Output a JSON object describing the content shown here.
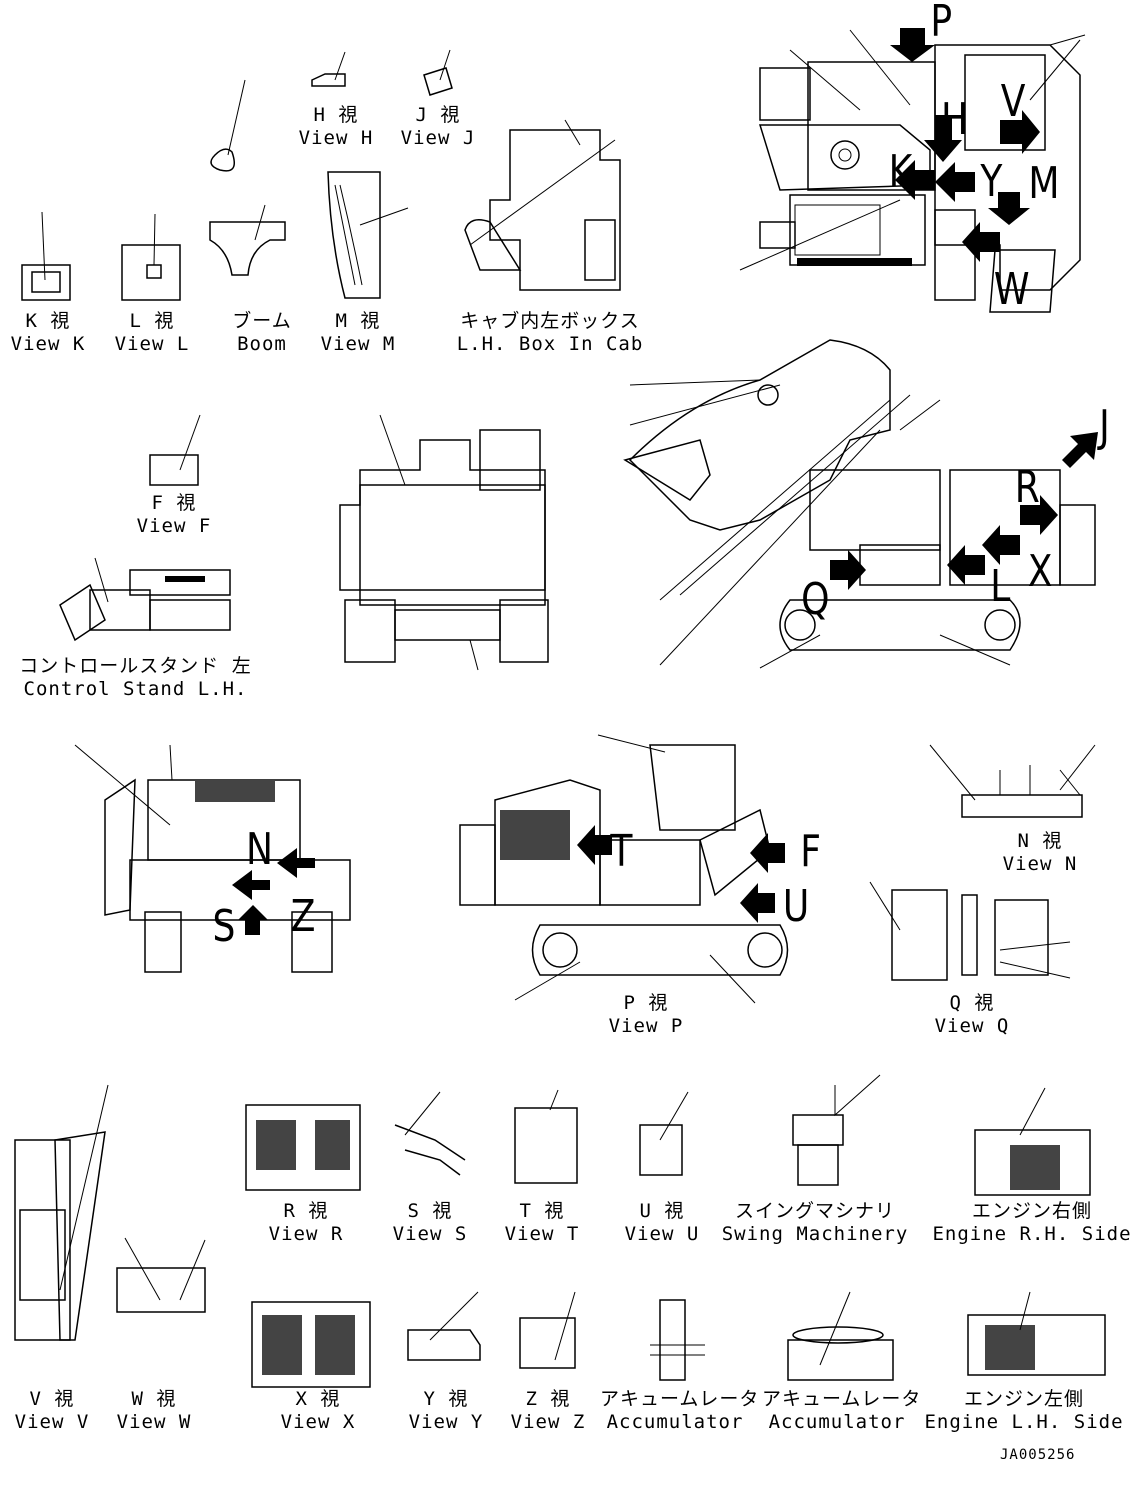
{
  "drawing_code": "JA005256",
  "views": {
    "h": {
      "jp": "H 視",
      "en": "View H"
    },
    "j": {
      "jp": "J 視",
      "en": "View J"
    },
    "k": {
      "jp": "K 視",
      "en": "View K"
    },
    "l": {
      "jp": "L 視",
      "en": "View L"
    },
    "boom": {
      "jp": "ブーム",
      "en": "Boom"
    },
    "m": {
      "jp": "M 視",
      "en": "View M"
    },
    "cab_box": {
      "jp": "キャブ内左ボックス",
      "en": "L.H. Box In Cab"
    },
    "f": {
      "jp": "F 視",
      "en": "View F"
    },
    "control_stand": {
      "jp": "コントロールスタンド 左",
      "en": "Control Stand L.H."
    },
    "n": {
      "jp": "N 視",
      "en": "View N"
    },
    "p": {
      "jp": "P 視",
      "en": "View P"
    },
    "q": {
      "jp": "Q 視",
      "en": "View Q"
    },
    "r": {
      "jp": "R 視",
      "en": "View R"
    },
    "s": {
      "jp": "S 視",
      "en": "View S"
    },
    "t": {
      "jp": "T 視",
      "en": "View T"
    },
    "u": {
      "jp": "U 視",
      "en": "View U"
    },
    "swing": {
      "jp": "スイングマシナリ",
      "en": "Swing Machinery"
    },
    "engine_rh": {
      "jp": "エンジン右側",
      "en": "Engine R.H. Side"
    },
    "v": {
      "jp": "V 視",
      "en": "View V"
    },
    "w": {
      "jp": "W 視",
      "en": "View W"
    },
    "x": {
      "jp": "X 視",
      "en": "View X"
    },
    "y": {
      "jp": "Y 視",
      "en": "View Y"
    },
    "z": {
      "jp": "Z 視",
      "en": "View Z"
    },
    "accumulator_1": {
      "jp": "アキュームレータ",
      "en": "Accumulator"
    },
    "accumulator_2": {
      "jp": "アキュームレータ",
      "en": "Accumulator"
    },
    "engine_lh": {
      "jp": "エンジン左側",
      "en": "Engine L.H. Side"
    }
  },
  "view_letters": {
    "top": [
      "P",
      "H",
      "V",
      "K",
      "Y",
      "M",
      "W"
    ],
    "side": [
      "J",
      "R",
      "X",
      "L",
      "Q"
    ],
    "rear": [
      "N",
      "S",
      "Z"
    ],
    "left": [
      "T",
      "F",
      "U"
    ]
  }
}
